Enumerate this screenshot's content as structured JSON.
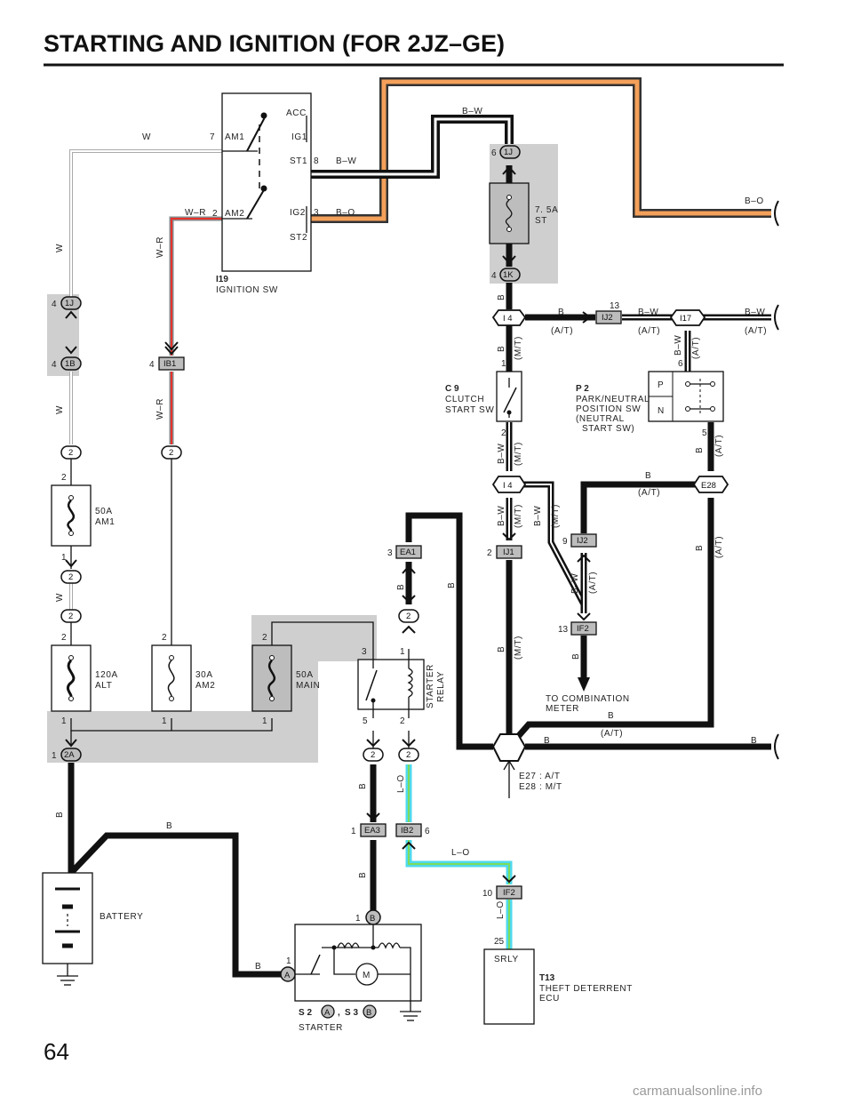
{
  "page": {
    "title": "STARTING AND IGNITION (FOR 2JZ–GE)",
    "page_number": "64",
    "watermark": "carmanualsonline.info"
  },
  "colors": {
    "wire_black": "#111111",
    "wire_red": "#e8322d",
    "wire_orange": "#f4a05a",
    "wire_cyan": "#4fd9ec",
    "wire_green": "#7ddc5a",
    "shade": "#cfcfcf"
  },
  "components": {
    "ignition_sw": {
      "code": "I19",
      "name": "IGNITION SW",
      "terminals": [
        "ACC",
        "IG1",
        "ST1",
        "IG2",
        "ST2",
        "AM1",
        "AM2"
      ],
      "pins": [
        "7",
        "2",
        "8",
        "3"
      ]
    },
    "fuse_st": {
      "rating": "7. 5A",
      "name": "ST"
    },
    "clutch_sw": {
      "code": "C 9",
      "name_l1": "CLUTCH",
      "name_l2": "START SW"
    },
    "pn_sw": {
      "code": "P 2",
      "name_l1": "PARK/NEUTRAL",
      "name_l2": "POSITION SW",
      "name_l3": "(NEUTRAL",
      "name_l4": "START SW)",
      "p": "P",
      "n": "N"
    },
    "fuse_am1": {
      "rating": "50A",
      "name": "AM1"
    },
    "fuse_alt": {
      "rating": "120A",
      "name": "ALT"
    },
    "fuse_am2": {
      "rating": "30A",
      "name": "AM2"
    },
    "fuse_main": {
      "rating": "50A",
      "name": "MAIN"
    },
    "starter_relay": {
      "l1": "STARTER",
      "l2": "RELAY"
    },
    "battery": {
      "name": "BATTERY"
    },
    "starter": {
      "code_a": "S 2",
      "code_b": "S 3",
      "sep": ",",
      "name": "STARTER",
      "motor": "M"
    },
    "ecu": {
      "code": "T13",
      "name_l1": "THEFT DETERRENT",
      "name_l2": "ECU",
      "terminal": "SRLY"
    },
    "combination_meter": {
      "l1": "TO COMBINATION",
      "l2": "METER"
    },
    "ground_note": {
      "l1": "E27 : A/T",
      "l2": "E28 : M/T"
    }
  },
  "connectors": {
    "c1J_top": "1J",
    "c1K": "1K",
    "cI4a": "I 4",
    "cIJ2a": "IJ2",
    "cI17": "I17",
    "c1J_left": "1J",
    "c1B": "1B",
    "cIB1": "IB1",
    "cI4b": "I 4",
    "cE28": "E28",
    "cEA1": "EA1",
    "cIJ1": "IJ1",
    "cIJ2b": "IJ2",
    "cIF2a": "IF2",
    "c2A": "2A",
    "cEA3": "EA3",
    "cIB2": "IB2",
    "cIF2b": "IF2",
    "cB": "B",
    "cA": "A",
    "two": "2"
  },
  "wire_colors": {
    "W": "W",
    "WR": "W–R",
    "BW": "B–W",
    "BO": "B–O",
    "B": "B",
    "LO": "L–O",
    "AT": "(A/T)",
    "MT": "(M/T)"
  },
  "pins": {
    "p1": "1",
    "p2": "2",
    "p3": "3",
    "p4": "4",
    "p5": "5",
    "p6": "6",
    "p7": "7",
    "p8": "8",
    "p9": "9",
    "p10": "10",
    "p13": "13",
    "p25": "25"
  }
}
